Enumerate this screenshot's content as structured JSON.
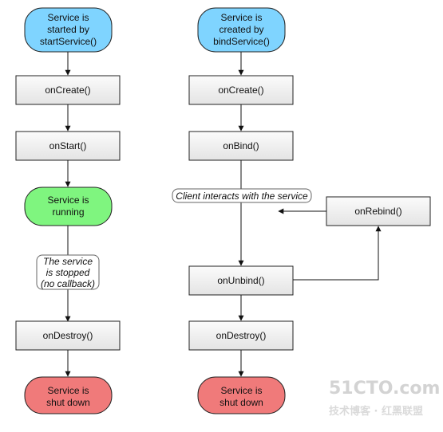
{
  "left_flow": {
    "start": [
      "Service is",
      "started by",
      "startService()"
    ],
    "step1": "onCreate()",
    "step2": "onStart()",
    "running": [
      "Service is",
      "running"
    ],
    "stop_note": [
      "The service",
      "is stopped",
      "(no callback)"
    ],
    "step3": "onDestroy()",
    "end": [
      "Service is",
      "shut down"
    ]
  },
  "right_flow": {
    "start": [
      "Service is",
      "created by",
      "bindService()"
    ],
    "step1": "onCreate()",
    "step2": "onBind()",
    "client_note": "Client interacts with the service",
    "rebind": "onRebind()",
    "step3": "onUnbind()",
    "step4": "onDestroy()",
    "end": [
      "Service is",
      "shut down"
    ]
  },
  "watermark": {
    "line1": "51CTO.com",
    "line2": "技术博客 · 红黑联盟"
  },
  "colors": {
    "start_fill": "#7fd4ff",
    "running_fill": "#7ff57f",
    "end_fill": "#f07a7a",
    "box_fill": "#f2f2f2",
    "stroke": "#222222",
    "line": "#111111"
  }
}
